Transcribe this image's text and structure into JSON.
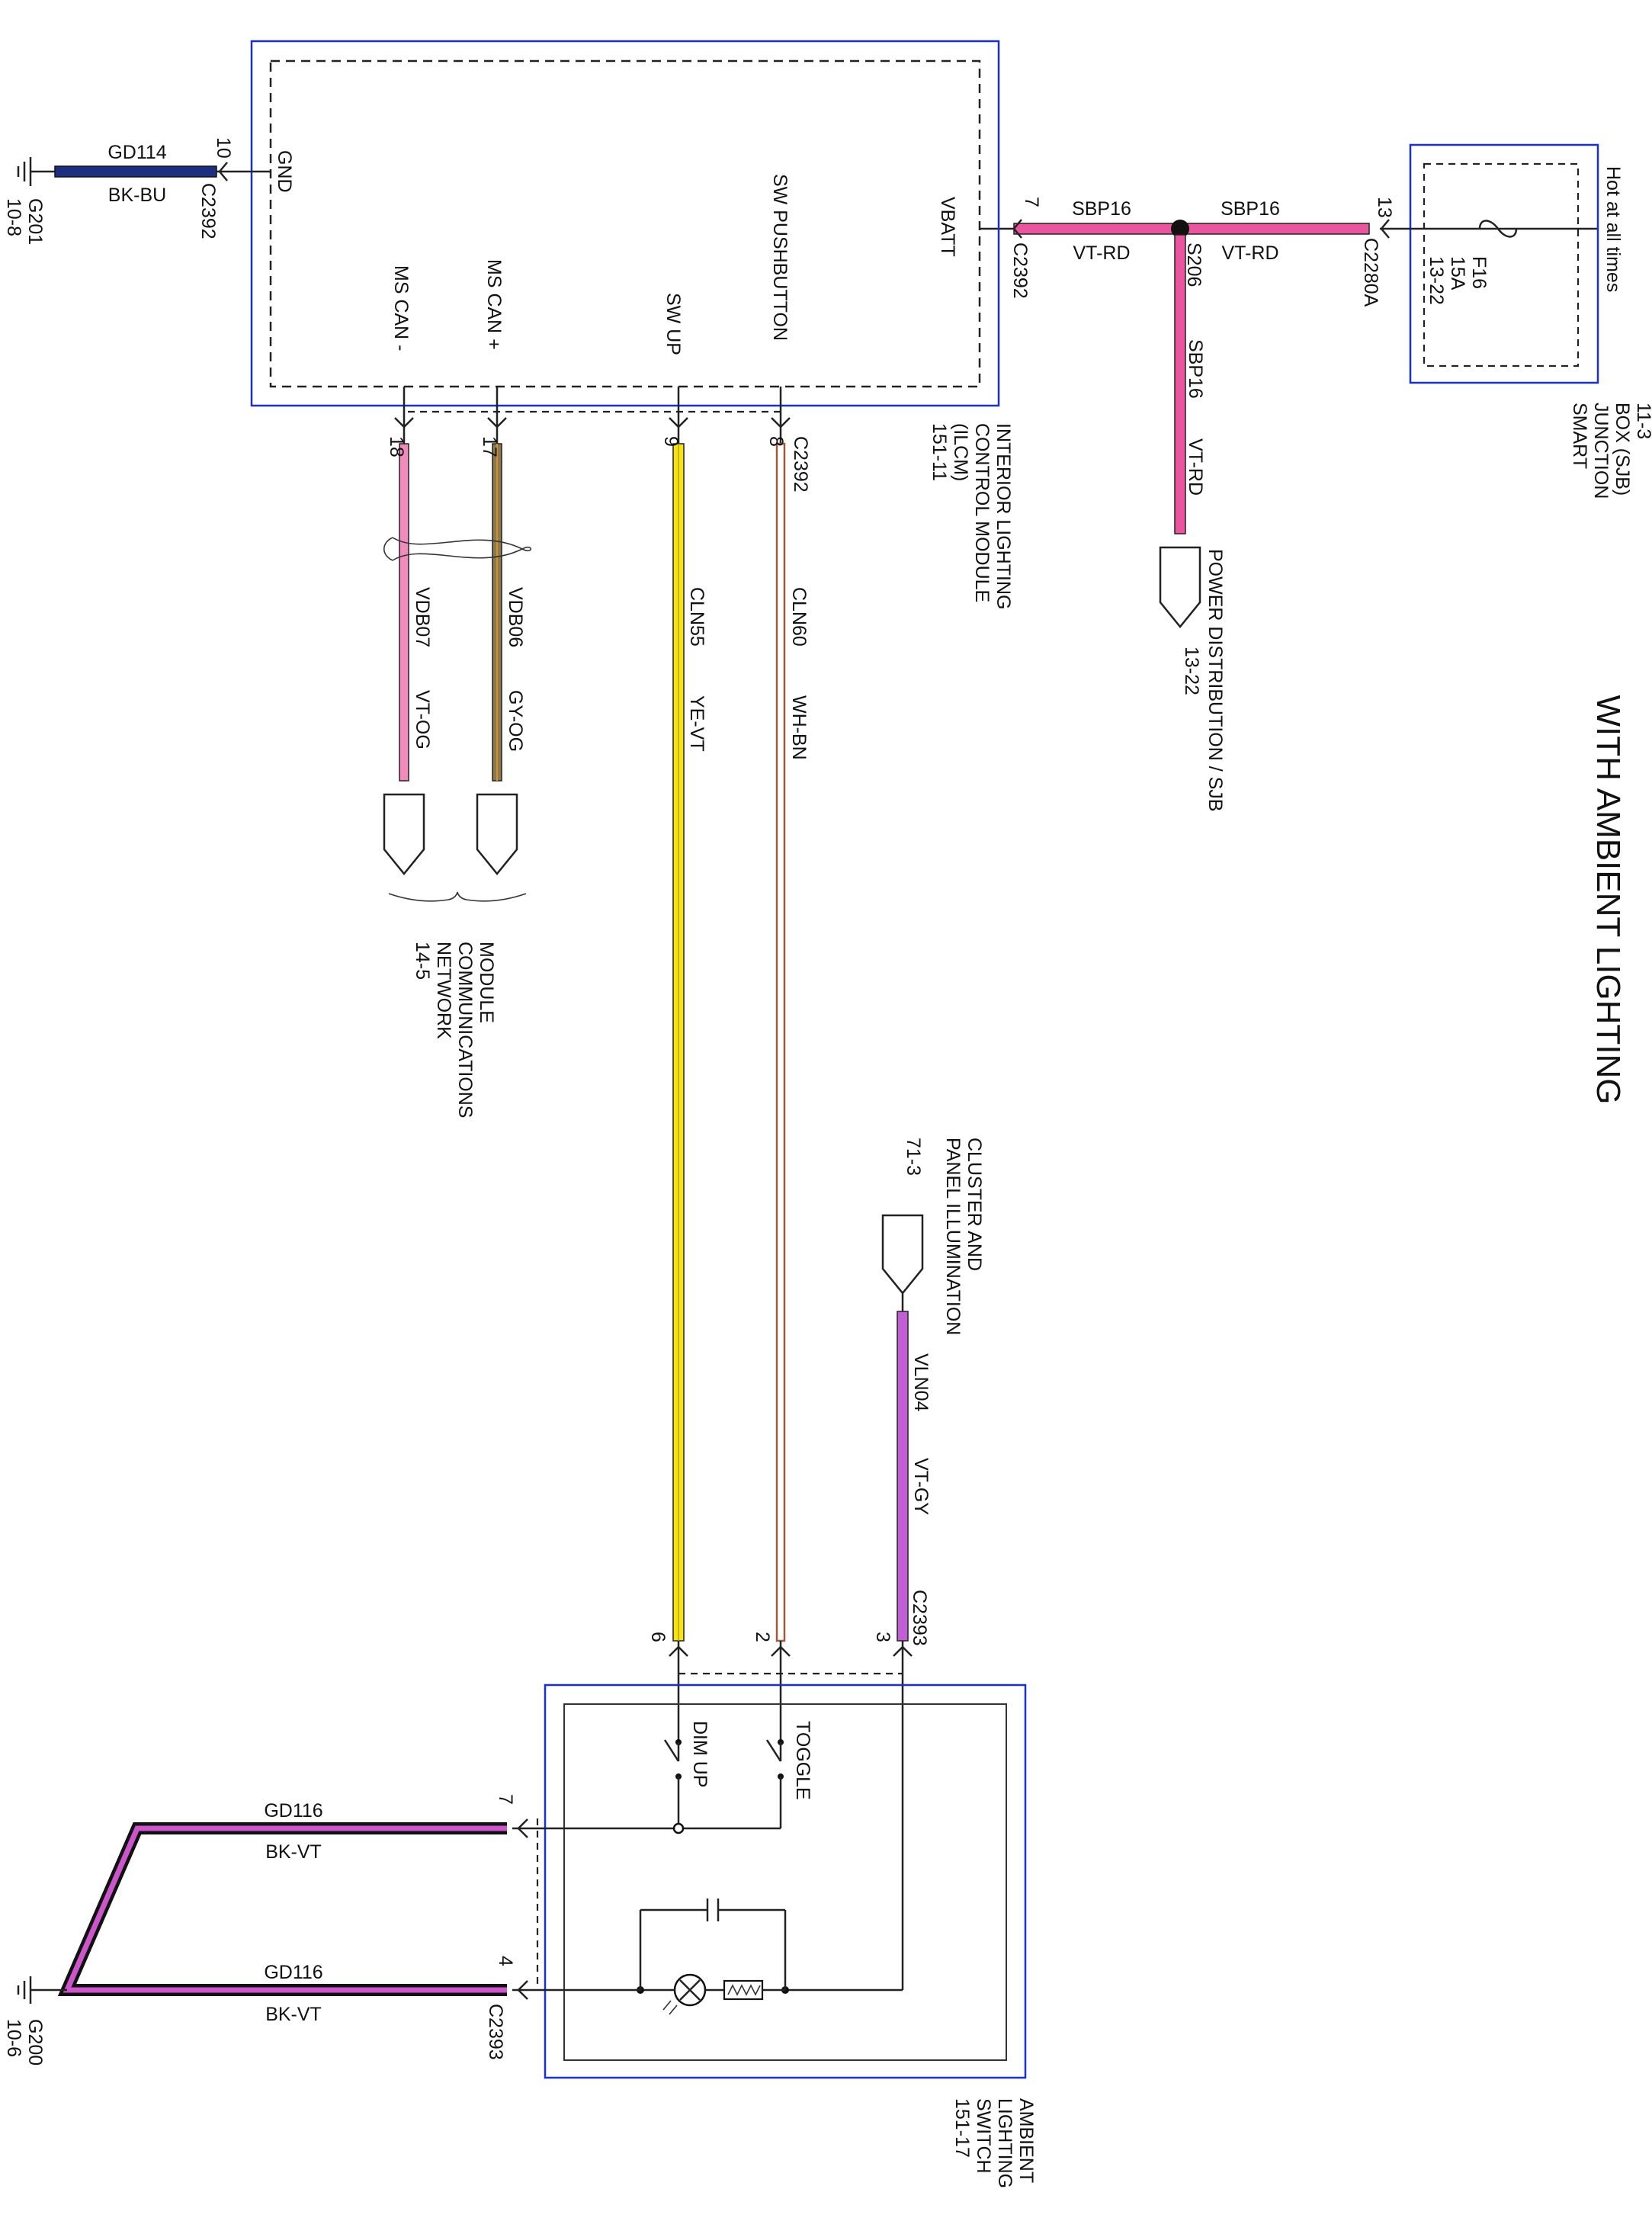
{
  "title": "WITH AMBIENT LIGHTING",
  "source_label": "Hot at all times",
  "colors": {
    "box_border": "#1a2fd0",
    "vt_rd": "#e9559e",
    "vt_og": "#f28bbb",
    "gy_og": "#8a7a4e",
    "ye_vt": "#f5e316",
    "wh_bn": "#a05a3a",
    "vt_gy": "#c25fd6",
    "bk_vt": "#cc55cc",
    "bk_bu": "#1c2e80"
  },
  "sjb": {
    "name_lines": [
      "SMART",
      "JUNCTION",
      "BOX (SJB)",
      "11-3"
    ],
    "fuse_lines": [
      "F16",
      "15A",
      "13-22"
    ],
    "pin": "13",
    "connector": "C2280A"
  },
  "ilcm": {
    "name_lines": [
      "INTERIOR LIGHTING",
      "CONTROL MODULE",
      "(ILCM)",
      "151-11"
    ],
    "pins": {
      "gnd": "GND",
      "vbatt": "VBATT",
      "sw_pushbutton": "SW PUSHBUTTON",
      "sw_up": "SW UP",
      "ms_can_plus": "MS CAN +",
      "ms_can_minus": "MS CAN -"
    },
    "connector": "C2392"
  },
  "wires": {
    "gnd_top": {
      "circuit": "GD114",
      "color": "BK-BU",
      "pin": "10",
      "connector": "C2392",
      "ground": "G201",
      "ground_ref": "10-8"
    },
    "vbatt_left": {
      "circuit": "SBP16",
      "color": "VT-RD",
      "pin": "7",
      "connector": "C2392"
    },
    "vbatt_right": {
      "circuit": "SBP16",
      "color": "VT-RD"
    },
    "splice": {
      "name": "S206",
      "circuit": "SBP16",
      "color": "VT-RD"
    },
    "w8": {
      "pin": "8",
      "connector": "C2392",
      "circuit": "CLN60",
      "color": "WH-BN"
    },
    "w9": {
      "pin": "9",
      "circuit": "CLN55",
      "color": "YE-VT"
    },
    "w17": {
      "pin": "17",
      "circuit": "VDB06",
      "color": "GY-OG"
    },
    "w18": {
      "pin": "18",
      "circuit": "VDB07",
      "color": "VT-OG"
    },
    "illum": {
      "circuit": "VLN04",
      "color": "VT-GY",
      "pin": "3",
      "connector": "C2393"
    },
    "gd116_a": {
      "circuit": "GD116",
      "color": "BK-VT",
      "pin": "7"
    },
    "gd116_b": {
      "circuit": "GD116",
      "color": "BK-VT",
      "pin": "4",
      "connector": "C2393",
      "ground": "G200",
      "ground_ref": "10-6"
    },
    "sw_pin2": "2",
    "sw_pin6": "6"
  },
  "power_dist": {
    "lines": [
      "POWER DISTRIBUTION / SJB",
      "13-22"
    ]
  },
  "mcn": {
    "lines": [
      "MODULE",
      "COMMUNICATIONS",
      "NETWORK",
      "14-5"
    ]
  },
  "cluster": {
    "lines": [
      "CLUSTER AND",
      "PANEL ILLUMINATION",
      "71-3"
    ]
  },
  "switch": {
    "name_lines": [
      "AMBIENT",
      "LIGHTING",
      "SWITCH",
      "151-17"
    ],
    "toggle": "TOGGLE",
    "dim_up": "DIM UP"
  }
}
